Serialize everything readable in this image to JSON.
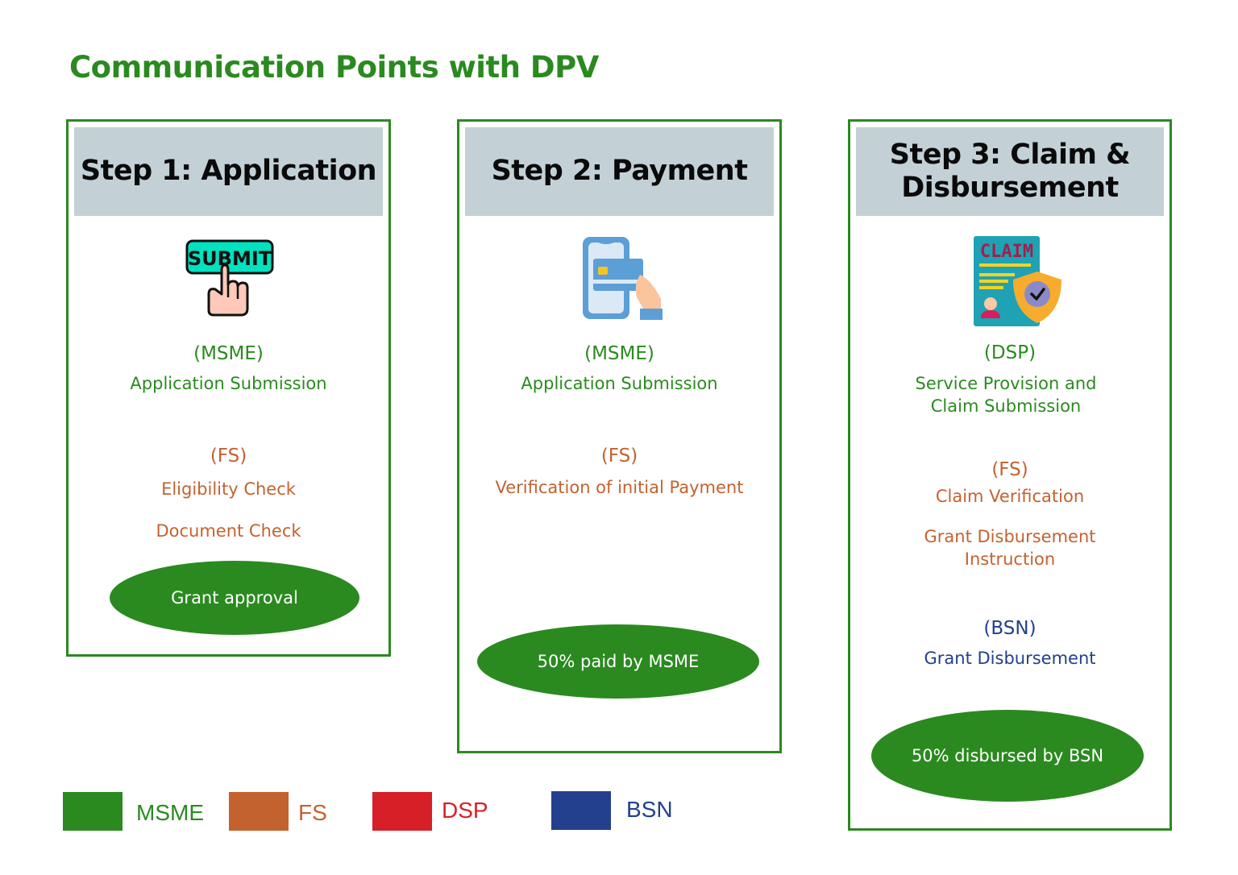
{
  "title": "Communication Points with DPV",
  "colors": {
    "MSME": "#2a8a1f",
    "FS": "#c4622f",
    "DSP": "#d71f27",
    "BSN": "#23408e",
    "header_bg": "#c3d1d7"
  },
  "steps": [
    {
      "title": "Step 1: Application",
      "icon": "submit-button-icon",
      "icon_label": "SUBMIT",
      "sections": [
        {
          "actor": "(MSME)",
          "items": [
            "Application Submission"
          ]
        },
        {
          "actor": "(FS)",
          "items": [
            "Eligibility Check",
            "Document Check"
          ]
        }
      ],
      "outcome": "Grant approval"
    },
    {
      "title": "Step 2: Payment",
      "icon": "mobile-card-payment-icon",
      "sections": [
        {
          "actor": "(MSME)",
          "items": [
            "Application Submission"
          ]
        },
        {
          "actor": "(FS)",
          "items": [
            "Verification of initial Payment"
          ]
        }
      ],
      "outcome": "50% paid by MSME"
    },
    {
      "title": "Step 3: Claim & Disbursement",
      "title_lines": [
        "Step 3: Claim &",
        "Disbursement"
      ],
      "icon": "claim-document-shield-icon",
      "icon_label": "CLAIM",
      "sections": [
        {
          "actor": "(DSP)",
          "items": [
            "Service Provision and",
            "Claim Submission"
          ]
        },
        {
          "actor": "(FS)",
          "items": [
            "Claim Verification",
            "Grant Disbursement",
            "Instruction"
          ]
        },
        {
          "actor": "(BSN)",
          "items": [
            "Grant Disbursement"
          ]
        }
      ],
      "outcome": "50% disbursed by BSN"
    }
  ],
  "legend": [
    {
      "label": "MSME",
      "color": "#2a8a1f"
    },
    {
      "label": "FS",
      "color": "#c4622f"
    },
    {
      "label": "DSP",
      "color": "#d71f27"
    },
    {
      "label": "BSN",
      "color": "#23408e"
    }
  ]
}
